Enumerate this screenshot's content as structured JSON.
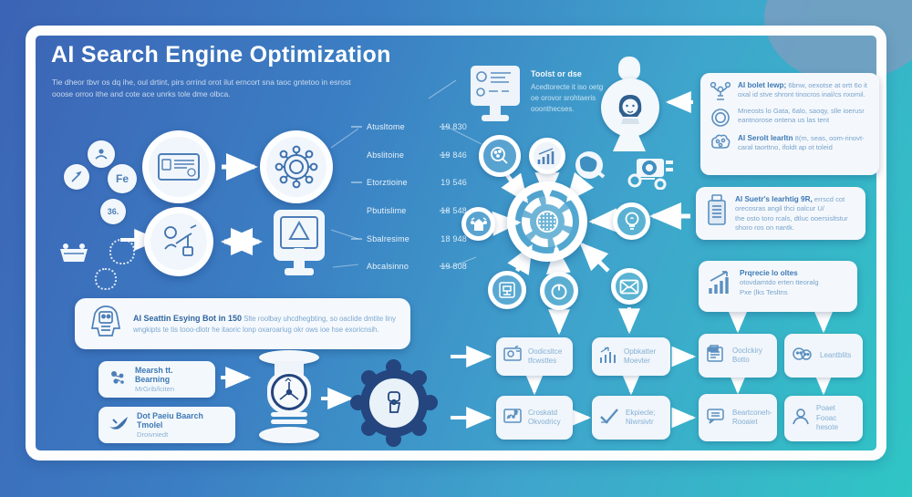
{
  "header": {
    "title": "AI Search Engine Optimization",
    "subtitle_line1": "Tie dheor tbvr os dq ihe, oul drtint, pirs orrind orot ilut erncort sna taoc gntetoo in esrost",
    "subtitle_line2": "ooose orroo ithe and cote ace unrks tole dme olbca."
  },
  "toolbox": {
    "heading": "Toolst or dse",
    "line1": "Acedtorecte it iso oetg",
    "line2": "oe orovor srohtaeris",
    "line3": "ooonthecses."
  },
  "metrics": [
    {
      "label": "Atusltome",
      "value": "19 830"
    },
    {
      "label": "Abslitoine",
      "value": "19 846"
    },
    {
      "label": "Etorztioine",
      "value": "19 546"
    },
    {
      "label": "Pbutislime",
      "value": "18 548"
    },
    {
      "label": "Sbalresime",
      "value": "18 948"
    },
    {
      "label": "Abcalsinno",
      "value": "19 808"
    }
  ],
  "right_panel": {
    "box1": {
      "item1_title": "AI bolet lewp;",
      "item1_text": " 6bnw, oexotse at ortt 6o it oxal id stve shront tinocros inal/cs nxomil.",
      "item2_text": "Mneosts lo Gata, 6alo, saoqy, slle ioerusr eantnorose ontena us las tent",
      "item3_title": "AI Serolt learltn",
      "item3_text": " 8(m, seas, oom-rinovt-caral taorttno, ifoldt ap ot toleid"
    },
    "box2": {
      "title": "AI Suetr's learhtig 9R,",
      "text1": " errscd cot orecosras angil thci oalcur U/",
      "text2": "the osto toro rcals, dtluc ooersisltstur shoro ros on nantk."
    },
    "box3": {
      "title": "Prqrecie lo oltes",
      "text1": "otovdamtdo erten tteoralg",
      "text2": "Pxe (lks Tesltns"
    }
  },
  "seo_box": {
    "title": "AI Seattin Esying Bot in 150",
    "text": " Slte roolbay uhcdhegbting, so oaclide dmtite liny wngkipts te tis tooo-dlotr he itaoric lonp oxaroariug okr ows ioe hse exoricnsih."
  },
  "left_boxes": [
    {
      "title": "Mearsh tt. Bearning",
      "subtitle": "MrGrib/lciten"
    },
    {
      "title": "Dot Paeiu Baarch Tmolel",
      "subtitle": "Droivniedt"
    }
  ],
  "cluster": {
    "fe_label": "Fe",
    "num_label": "36."
  },
  "flow_boxes": [
    {
      "line1": "Oodicsltce",
      "line2": "tfcwsttes"
    },
    {
      "line1": "Opbkatter",
      "line2": "Moevter"
    },
    {
      "line1": "Ooclckiry",
      "line2": "Botto"
    },
    {
      "line1": "Leantblits",
      "line2": ""
    },
    {
      "line1": "Croskatd",
      "line2": "Okvodricy"
    },
    {
      "line1": "Ekpiecle;",
      "line2": "Niwrsivtr"
    },
    {
      "line1": "Beartconeh-",
      "line2": "Rooaiet"
    },
    {
      "line1": "Poaet Fooac",
      "line2": "hesote"
    }
  ],
  "colors": {
    "bg_left": "#3c63b5",
    "bg_right": "#2fc6c5",
    "navy": "#24457e",
    "box_bg": "#f2f7fb",
    "heading_blue": "#3e79b4",
    "body_blue": "#7aa3cc",
    "icon_blue": "#5b8fc0"
  }
}
